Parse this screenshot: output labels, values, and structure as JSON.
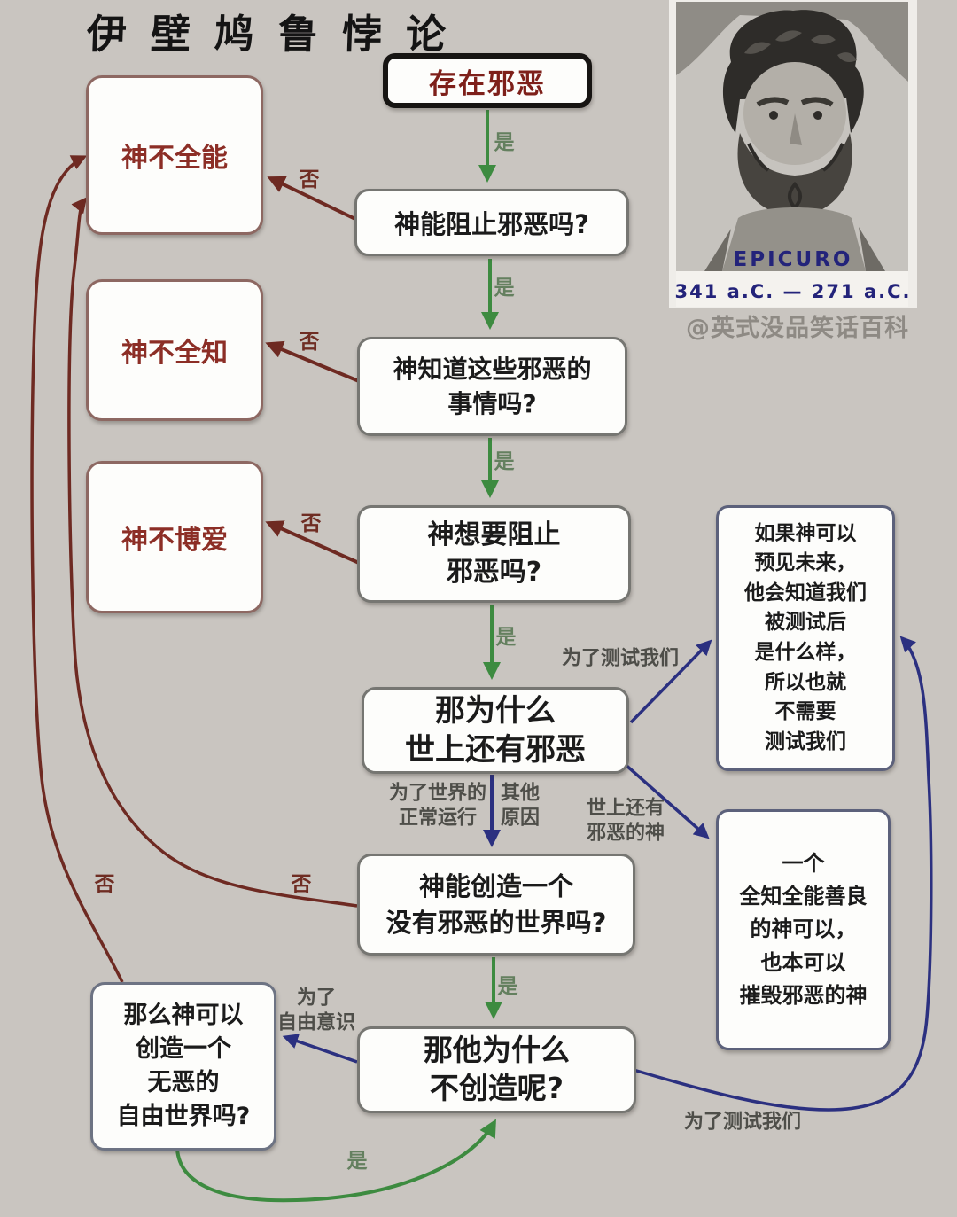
{
  "title": "伊壁鸠鲁悖论",
  "nodes": {
    "start": "存在邪恶",
    "q1": "神能阻止邪恶吗?",
    "q2": "神知道这些邪恶的\n事情吗?",
    "q3": "神想要阻止\n邪恶吗?",
    "q4": "那为什么\n世上还有邪恶",
    "q5": "神能创造一个\n没有邪恶的世界吗?",
    "q6": "那他为什么\n不创造呢?",
    "not_omnipotent": "神不全能",
    "not_omniscient": "神不全知",
    "not_benevolent": "神不博爱",
    "free_world": "那么神可以\n创造一个\n无恶的\n自由世界吗?",
    "foresee": "如果神可以\n预见未来，\n他会知道我们\n被测试后\n是什么样，\n所以也就\n不需要\n测试我们",
    "destroy": "一个\n全知全能善良\n的神可以，\n也本可以\n摧毁邪恶的神"
  },
  "edges": {
    "start_q1": {
      "label": "是"
    },
    "q1_q2": {
      "label": "是"
    },
    "q2_q3": {
      "label": "是"
    },
    "q3_q4": {
      "label": "是"
    },
    "q5_q6": {
      "label": "是"
    },
    "freeworld_q6": {
      "label": "是"
    },
    "q1_not_omnipotent": {
      "label": "否"
    },
    "q2_not_omniscient": {
      "label": "否"
    },
    "q3_not_benevolent": {
      "label": "否"
    },
    "freeworld_not_omnipotent": {
      "label": "否"
    },
    "q5_not_omnipotent": {
      "label": "否"
    },
    "q4_foresee": {
      "label": "为了测试我们"
    },
    "q4_q5_reason_left": {
      "label": "为了世界的\n正常运行"
    },
    "q4_q5_reason_right": {
      "label": "其他\n原因"
    },
    "q4_destroy": {
      "label": "世上还有\n邪恶的神"
    },
    "q6_freeworld": {
      "label": "为了\n自由意识"
    },
    "q6_foresee": {
      "label": "为了测试我们"
    }
  },
  "portrait": {
    "caption": "EPICURO",
    "years": "341 a.C. — 271 a.C."
  },
  "watermark": "@英式没品笑话百科",
  "colors": {
    "background": "#c9c5c0",
    "yes_green": "#3d8b40",
    "no_red": "#6e2a22",
    "note_blue": "#2b3080",
    "label_gray": "#4e4e49",
    "red_box_text": "#8c2e26",
    "start_text": "#7e201a",
    "caption_navy": "#23237a"
  }
}
